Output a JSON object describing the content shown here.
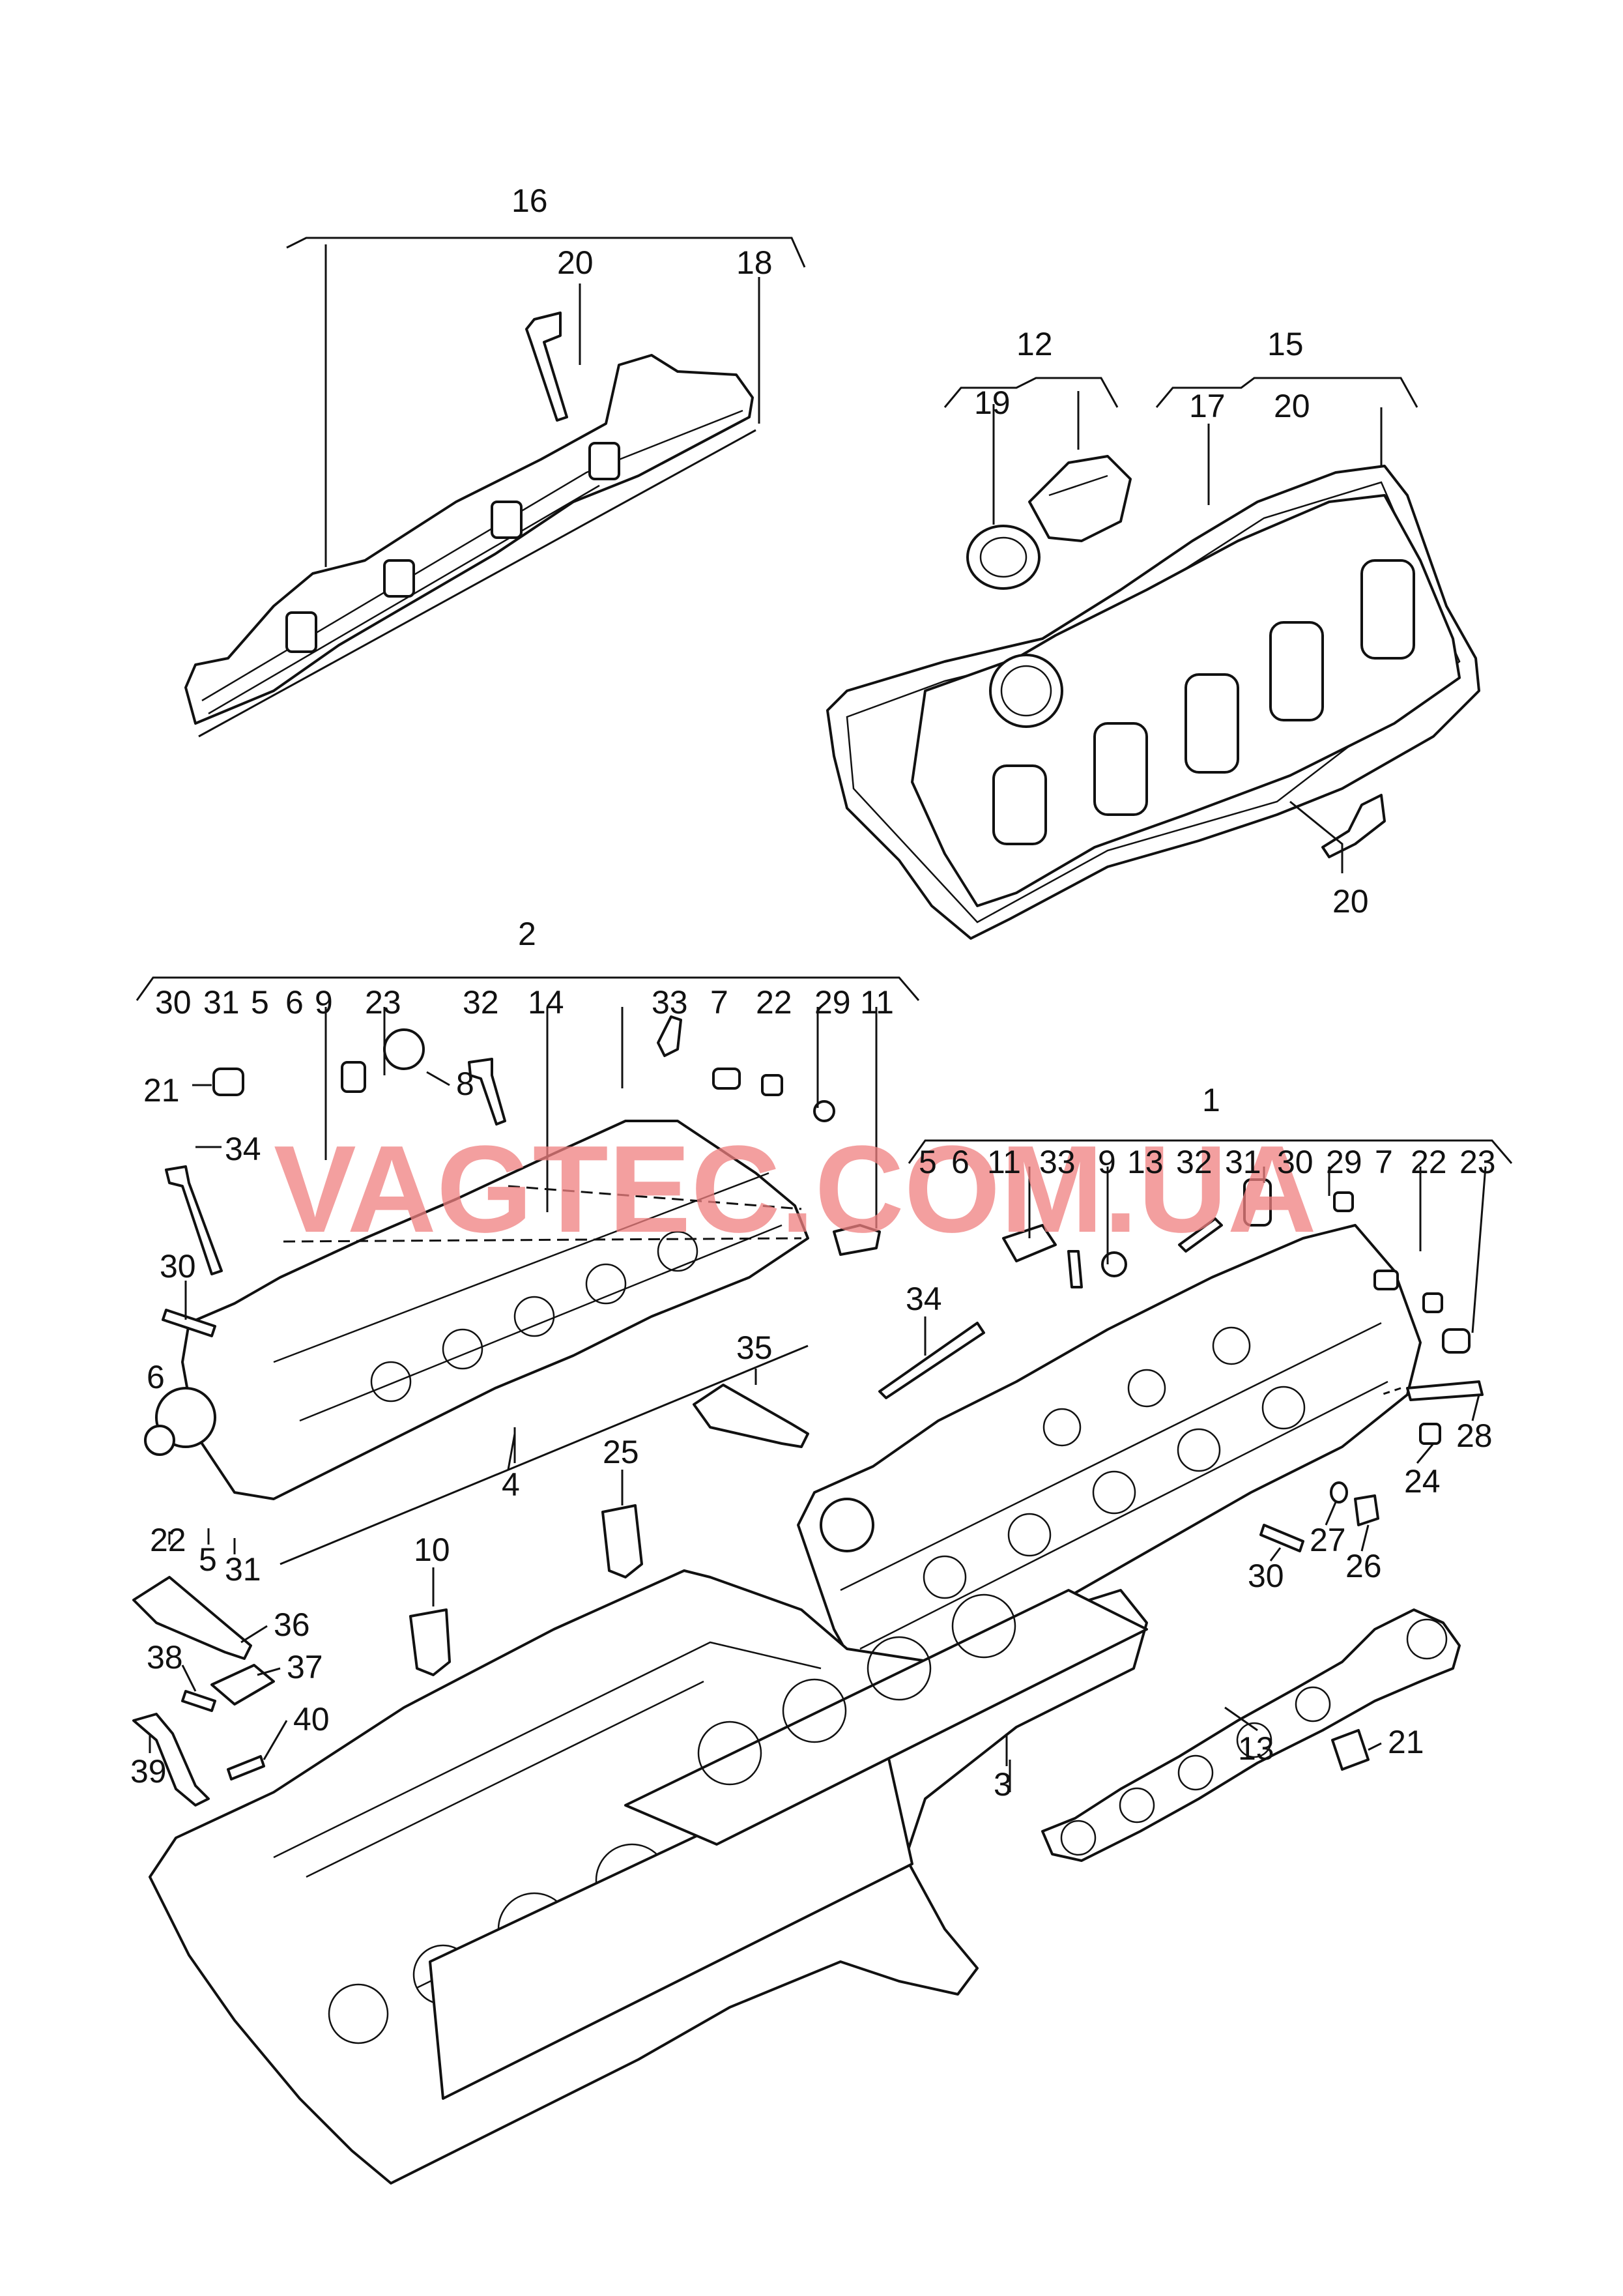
{
  "watermark": "VAGTEC.COM.UA",
  "labels": {
    "l16": "16",
    "l20a": "20",
    "l18": "18",
    "l12": "12",
    "l19": "19",
    "l15": "15",
    "l17": "17",
    "l20b": "20",
    "l20c": "20",
    "l2": "2",
    "g2_30": "30",
    "g2_31": "31",
    "g2_5": "5",
    "g2_6": "6",
    "g2_9": "9",
    "g2_23": "23",
    "g2_32": "32",
    "g2_14": "14",
    "g2_33": "33",
    "g2_7": "7",
    "g2_22": "22",
    "g2_29": "29",
    "g2_11": "11",
    "l21a": "21",
    "l34a": "34",
    "l8": "8",
    "l30a": "30",
    "l6": "6",
    "l22": "22",
    "l5": "5",
    "l31": "31",
    "l4": "4",
    "l35": "35",
    "l25": "25",
    "l10": "10",
    "l36": "36",
    "l38": "38",
    "l37": "37",
    "l40": "40",
    "l39": "39",
    "l1": "1",
    "g1_5": "5",
    "g1_6": "6",
    "g1_11": "11",
    "g1_33": "33",
    "g1_9": "9",
    "g1_13": "13",
    "g1_32": "32",
    "g1_31": "31",
    "g1_30": "30",
    "g1_29": "29",
    "g1_7": "7",
    "g1_22": "22",
    "g1_23": "23",
    "l34b": "34",
    "l28": "28",
    "l24": "24",
    "l27": "27",
    "l26": "26",
    "l30b": "30",
    "l13": "13",
    "l21b": "21",
    "l3": "3"
  }
}
